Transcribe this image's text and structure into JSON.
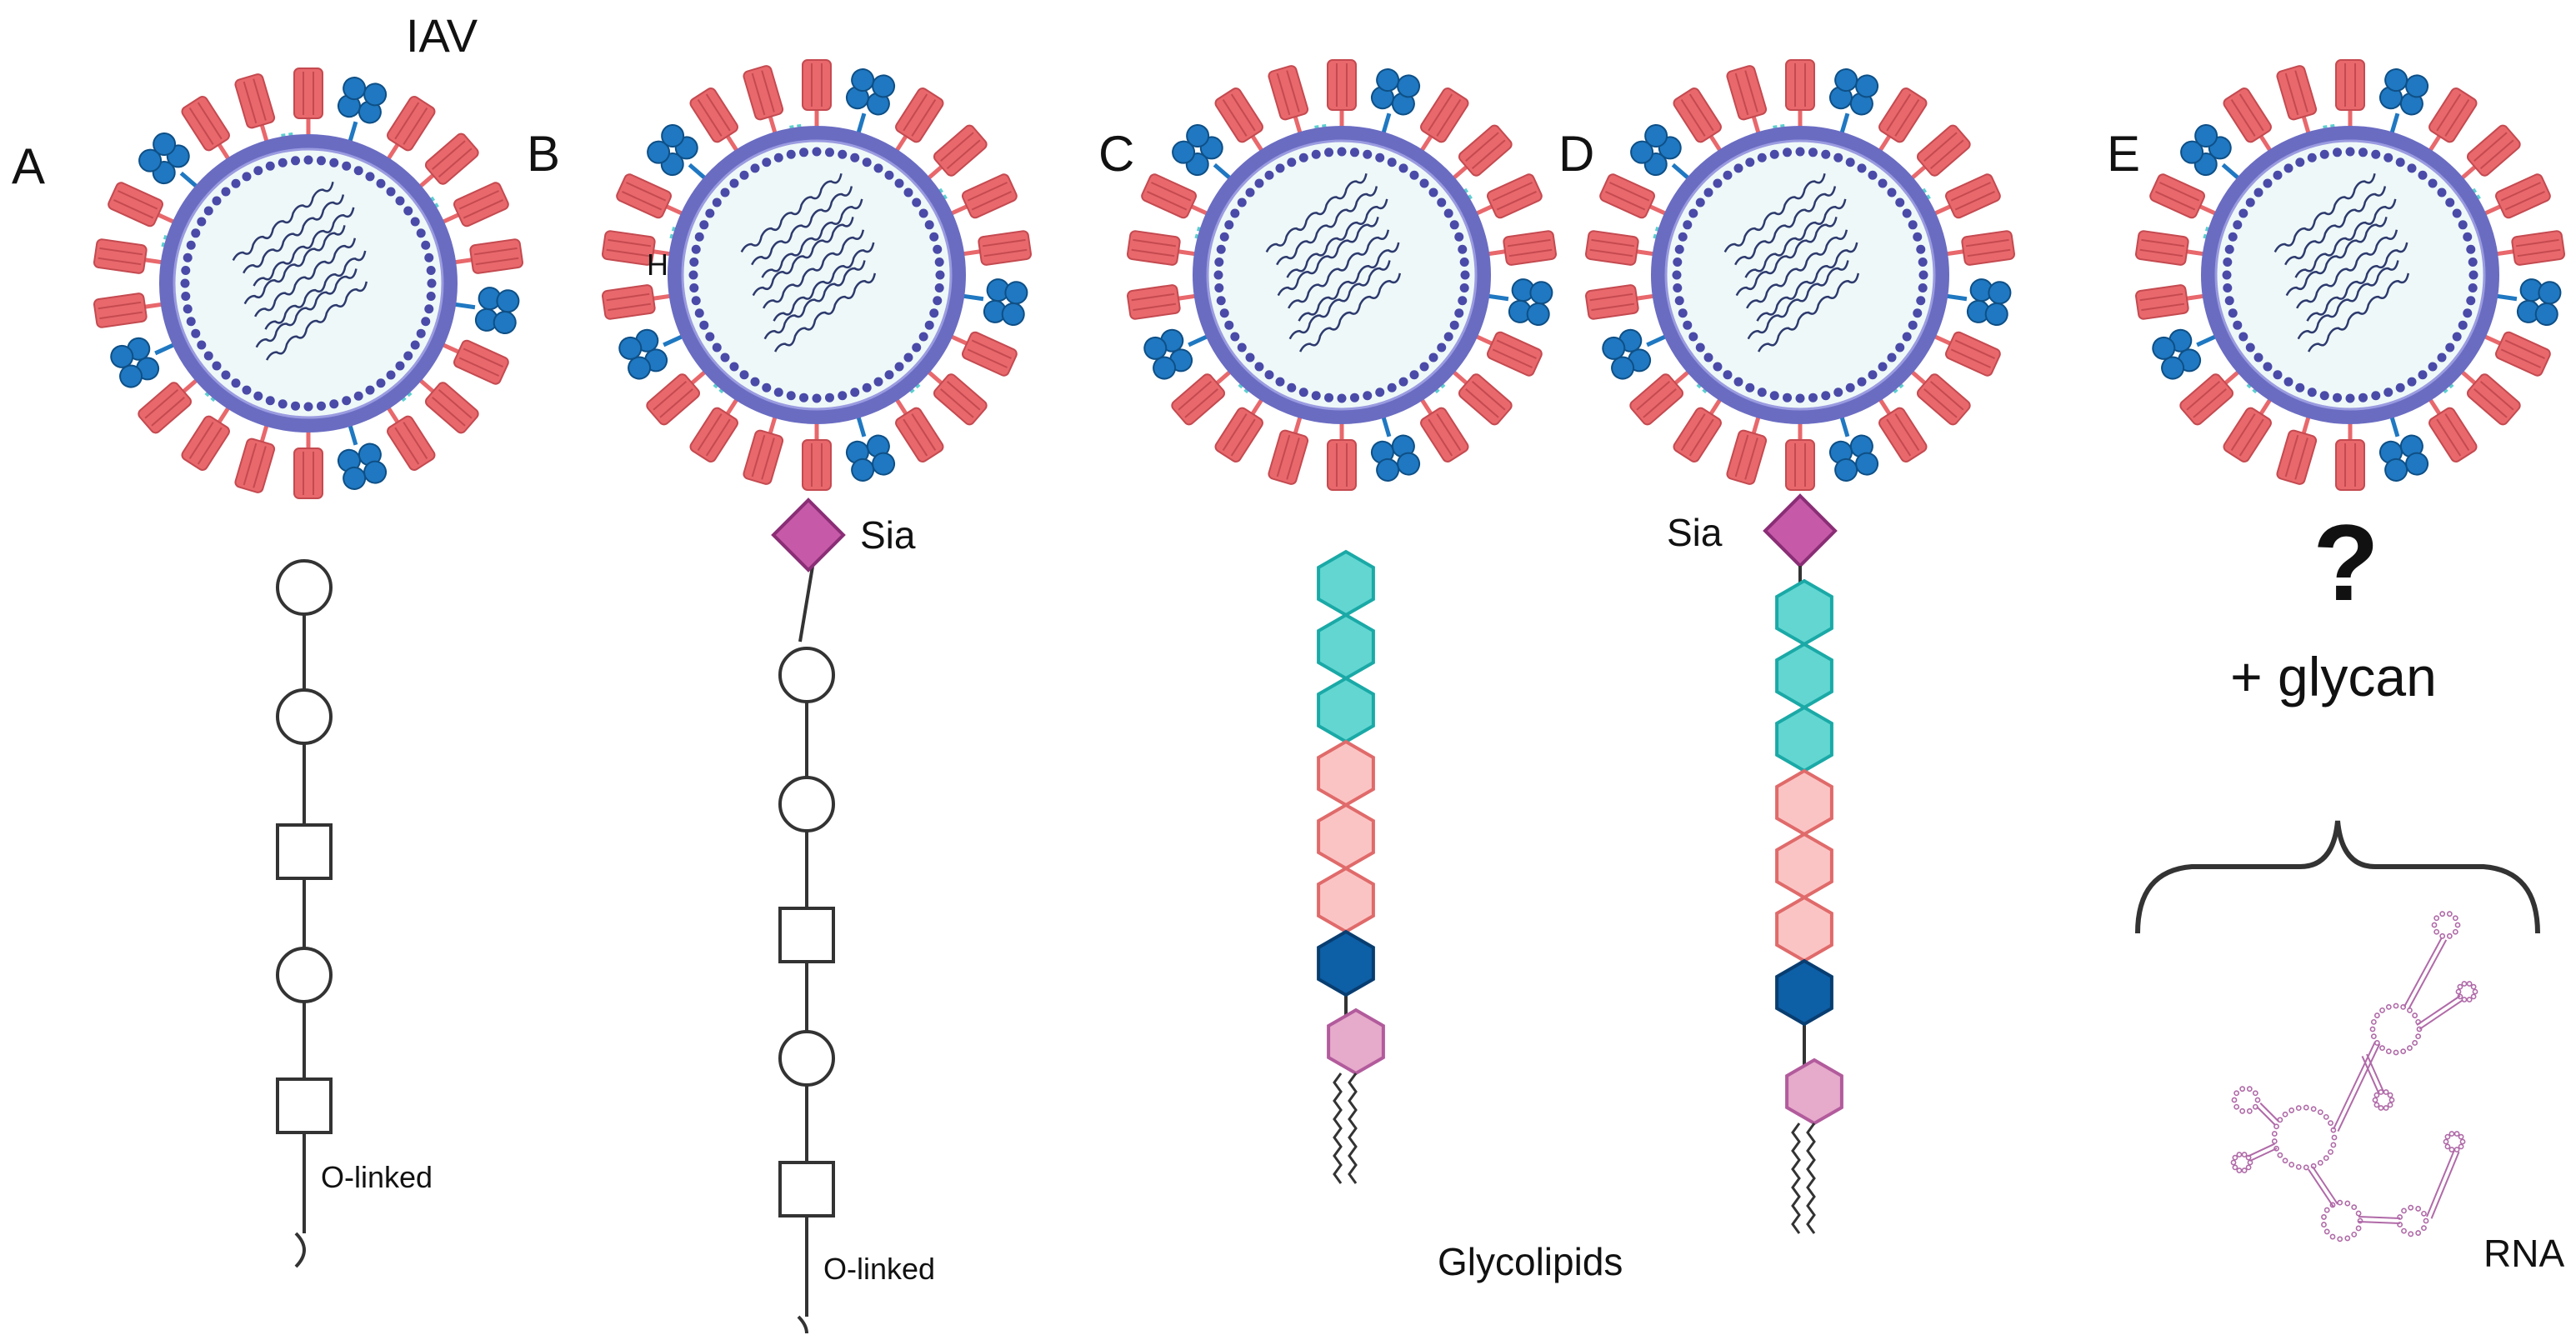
{
  "title": "IAV",
  "panels": [
    {
      "letter": "A",
      "glycan": "O-linked",
      "sia": ""
    },
    {
      "letter": "B",
      "glycan": "O-linked",
      "sia": "Sia",
      "marker": "H"
    },
    {
      "letter": "C",
      "glycan": "Glycolipids",
      "sia": ""
    },
    {
      "letter": "D",
      "glycan": "",
      "sia": "Sia"
    },
    {
      "letter": "E",
      "glycan": "",
      "sia": ""
    }
  ],
  "panel_e": {
    "question": "?",
    "caption": "+ glycan",
    "rna_label": "RNA"
  },
  "colors": {
    "ha_spike": "#e8686c",
    "na_spike": "#1f78c1",
    "envelope": "#6a6cc2",
    "envelope_dots": "#4a4aa8",
    "interior": "#eef8f8",
    "m2_channel": "#5ccfcf",
    "sia": "#c75aa8",
    "glc_teal": "#63d6d2",
    "gal_pink": "#fbc4c4",
    "glc_blue": "#0d5fa6",
    "lipid_head": "#e6aacb",
    "rna": "#b06aa8"
  }
}
